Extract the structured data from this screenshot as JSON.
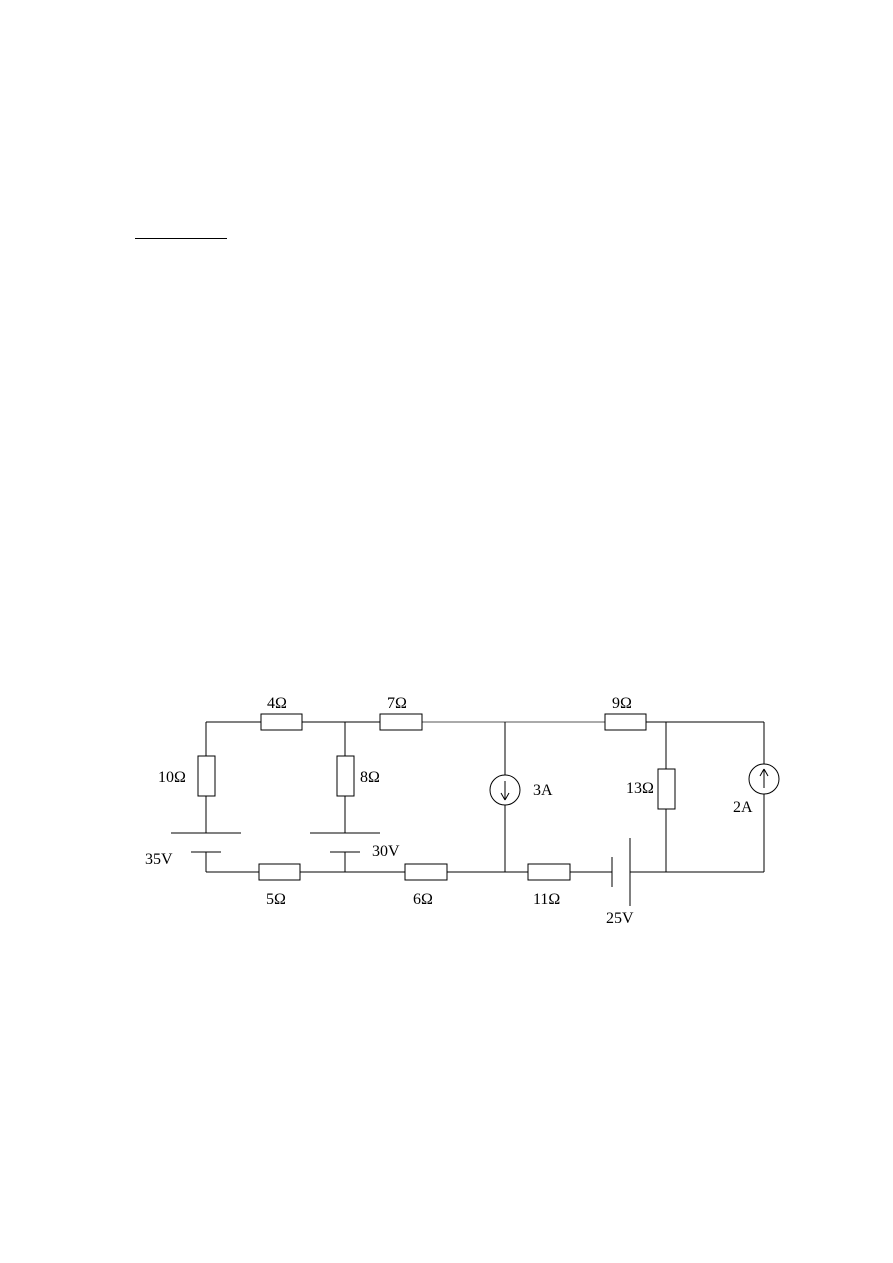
{
  "circuit": {
    "resistors": {
      "r_4": "4Ω",
      "r_7": "7Ω",
      "r_9": "9Ω",
      "r_10": "10Ω",
      "r_8": "8Ω",
      "r_13": "13Ω",
      "r_5": "5Ω",
      "r_6": "6Ω",
      "r_11": "11Ω"
    },
    "voltage_sources": {
      "v_35": "35V",
      "v_30": "30V",
      "v_25": "25V"
    },
    "current_sources": {
      "i_3": "3A",
      "i_2": "2A"
    }
  }
}
